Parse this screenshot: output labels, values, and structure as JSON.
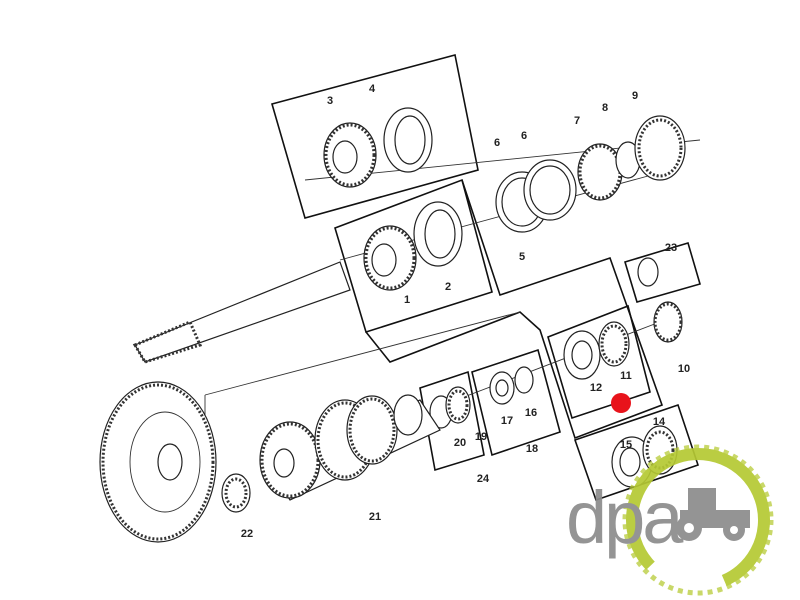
{
  "diagram": {
    "part_labels": [
      "1",
      "2",
      "3",
      "4",
      "5",
      "6",
      "6",
      "7",
      "8",
      "9",
      "10",
      "11",
      "12",
      "14",
      "15",
      "16",
      "17",
      "18",
      "19",
      "20",
      "21",
      "22",
      "23",
      "24"
    ],
    "highlight_color": "#e8131b"
  },
  "logo": {
    "text": "dpa",
    "ring_color": "#b5c933",
    "text_color": "#8c8c8c"
  }
}
